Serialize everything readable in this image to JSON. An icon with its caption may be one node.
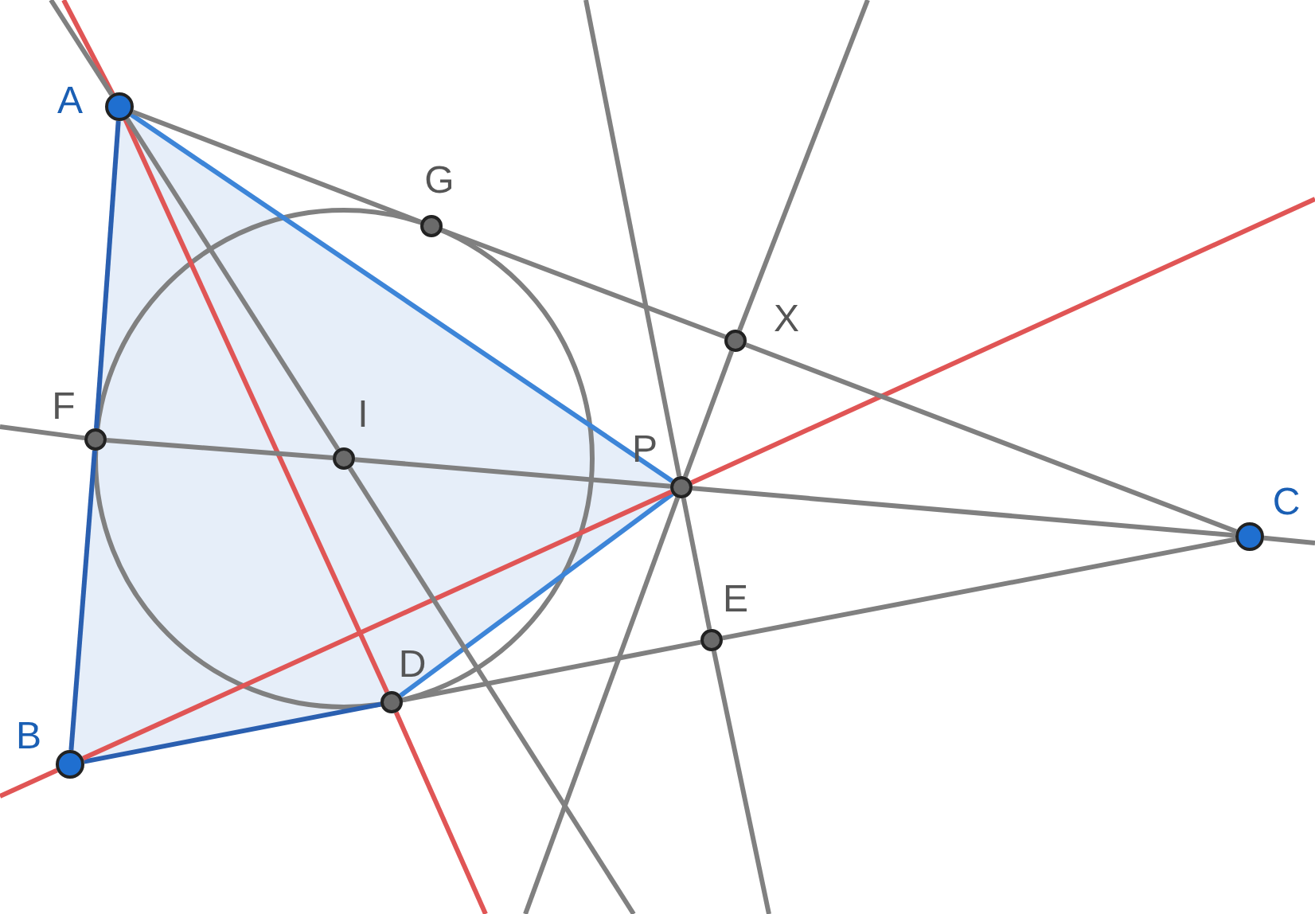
{
  "diagram": {
    "nodes": [
      {
        "text": [],
        "shape": "circle",
        "beside": [
          "A"
        ]
      },
      {
        "text": [],
        "shape": "circle",
        "beside": [
          "G"
        ]
      },
      {
        "text": [],
        "shape": "circle",
        "beside": [
          "X"
        ]
      },
      {
        "text": [],
        "shape": "circle",
        "beside": [
          "F"
        ]
      },
      {
        "text": [],
        "shape": "circle",
        "beside": [
          "I"
        ]
      },
      {
        "text": [],
        "shape": "circle",
        "beside": [
          "P"
        ]
      },
      {
        "text": [],
        "shape": "circle",
        "beside": [
          "C"
        ]
      },
      {
        "text": [],
        "shape": "circle",
        "beside": [
          "E"
        ]
      },
      {
        "text": [],
        "shape": "circle",
        "beside": [
          "D"
        ]
      },
      {
        "text": [],
        "shape": "circle",
        "beside": [
          "B"
        ]
      }
    ],
    "edges": [
      {
        "from": 0,
        "to": 3,
        "arrow": "none",
        "color": "#2a5fb0"
      },
      {
        "from": 3,
        "to": 9,
        "arrow": "none",
        "color": "#2a5fb0"
      },
      {
        "from": 9,
        "to": 8,
        "arrow": "none",
        "color": "#2a5fb0"
      },
      {
        "from": 0,
        "to": 5,
        "arrow": "none",
        "color": "#3d85d8"
      },
      {
        "from": 8,
        "to": 5,
        "arrow": "none",
        "color": "#3d85d8"
      },
      {
        "from": null,
        "to": 0,
        "arrow": "none",
        "color": "#e05555"
      },
      {
        "from": 0,
        "to": 8,
        "arrow": "none",
        "color": "#e05555"
      },
      {
        "from": 8,
        "to": null,
        "arrow": "none",
        "color": "#e05555"
      },
      {
        "from": null,
        "to": 9,
        "arrow": "none",
        "color": "#e05555"
      },
      {
        "from": 9,
        "to": 5,
        "arrow": "none",
        "color": "#e05555"
      },
      {
        "from": 5,
        "to": null,
        "arrow": "none",
        "color": "#e05555"
      },
      {
        "from": 0,
        "to": 1,
        "arrow": "none"
      },
      {
        "from": 1,
        "to": 2,
        "arrow": "none"
      },
      {
        "from": 2,
        "to": 6,
        "arrow": "none"
      },
      {
        "from": null,
        "to": 3,
        "arrow": "none"
      },
      {
        "from": 3,
        "to": 4,
        "arrow": "none"
      },
      {
        "from": 4,
        "to": 5,
        "arrow": "none"
      },
      {
        "from": 5,
        "to": 6,
        "arrow": "none"
      },
      {
        "from": 6,
        "to": null,
        "arrow": "none"
      },
      {
        "from": 8,
        "to": 7,
        "arrow": "none"
      },
      {
        "from": 7,
        "to": 6,
        "arrow": "none"
      },
      {
        "from": null,
        "to": 0,
        "arrow": "none"
      },
      {
        "from": 0,
        "to": 4,
        "arrow": "none"
      },
      {
        "from": 4,
        "to": null,
        "arrow": "none"
      },
      {
        "from": null,
        "to": 2,
        "arrow": "none"
      },
      {
        "from": 2,
        "to": 5,
        "arrow": "none"
      },
      {
        "from": 5,
        "to": null,
        "arrow": "none"
      },
      {
        "from": null,
        "to": 5,
        "arrow": "none"
      },
      {
        "from": 5,
        "to": 7,
        "arrow": "none"
      },
      {
        "from": 7,
        "to": null,
        "arrow": "none"
      }
    ]
  }
}
